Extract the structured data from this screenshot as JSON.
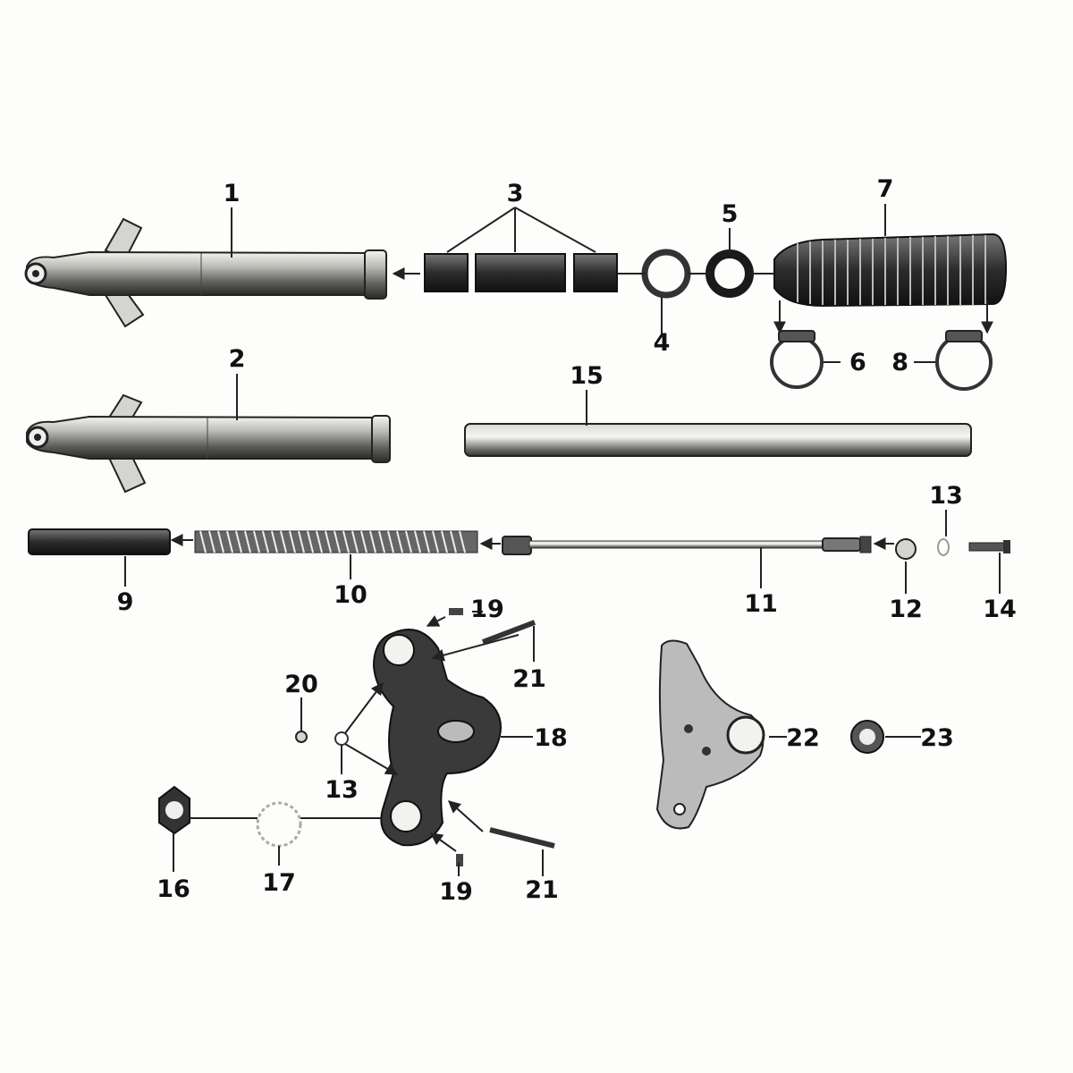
{
  "labels": {
    "l1": "1",
    "l2": "2",
    "l3": "3",
    "l4": "4",
    "l5": "5",
    "l6": "6",
    "l7": "7",
    "l8": "8",
    "l9": "9",
    "l10": "10",
    "l11": "11",
    "l12": "12",
    "l13a": "13",
    "l13b": "13",
    "l14": "14",
    "l15": "15",
    "l16": "16",
    "l17": "17",
    "l18": "18",
    "l19a": "19",
    "l19b": "19",
    "l20": "20",
    "l21a": "21",
    "l21b": "21",
    "l22": "22",
    "l23": "23"
  }
}
